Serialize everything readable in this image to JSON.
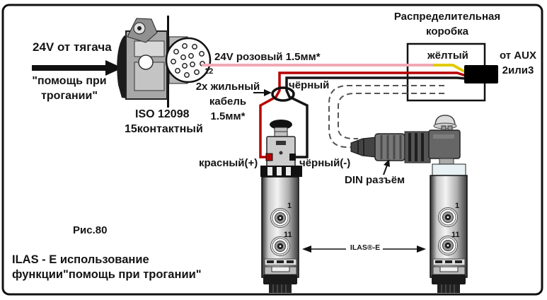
{
  "figure": {
    "number": "Рис.80",
    "caption_line1": "ILAS - E  использование",
    "caption_line2": "функции\"помощь при трогании\""
  },
  "source": {
    "supply_label": "24V от тягача",
    "quote_line1": "\"помощь при",
    "quote_line2": "трогании\"",
    "connector_standard": "ISO 12098",
    "connector_pins": "15контактный",
    "pin_number": "12"
  },
  "wiring": {
    "pink_wire_label": "24V розовый 1.5мм*",
    "cable_line1": "2х жильный",
    "cable_line2": "кабель",
    "cable_line3": "1.5мм*",
    "black_wire_label": "чёрный",
    "positive_label": "красный(+)",
    "negative_label": "чёрный(-)"
  },
  "junction_box": {
    "title_line1": "Распределительная",
    "title_line2": "коробка",
    "yellow_wire_label": "жёлтый",
    "aux_line1": "от AUX",
    "aux_line2": "2или3"
  },
  "din_connector": {
    "label": "DIN разъём"
  },
  "valves": {
    "left_port_top": "1",
    "left_port_bottom": "11",
    "right_port_top": "1",
    "right_port_bottom": "11",
    "span_label": "ILAS®-E"
  },
  "colors": {
    "pink": "#f0a9b4",
    "red": "#b80000",
    "yellow": "#e2ca00",
    "black": "#161616",
    "dash_gray": "#555555"
  }
}
